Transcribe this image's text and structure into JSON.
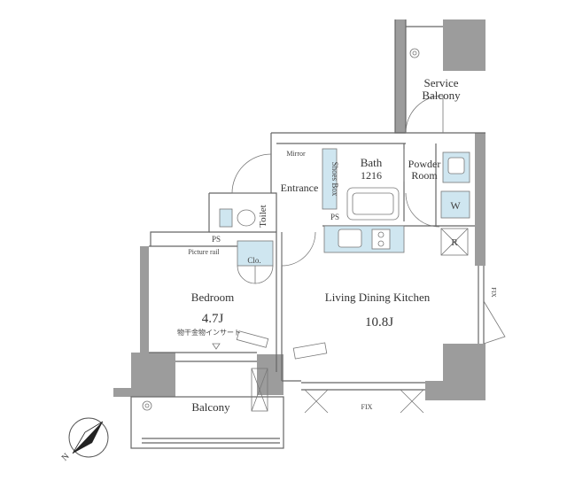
{
  "rooms": {
    "service_balcony": [
      "Service",
      "Balcony"
    ],
    "bath": [
      "Bath",
      "1216"
    ],
    "powder_room": [
      "Powder",
      "Room"
    ],
    "entrance": "Entrance",
    "shoes_box": "Shoes Box",
    "mirror": "Mirror",
    "toilet": "Toilet",
    "ps_top": "PS",
    "ps_left": "PS",
    "washer": "W",
    "refrigerator": "R",
    "picture_rail": "Picture rail",
    "closet": "Clo.",
    "bedroom": "Bedroom",
    "bedroom_size": "4.7J",
    "bedroom_note": "物干金物インサート",
    "ldk": "Living Dining Kitchen",
    "ldk_size": "10.8J",
    "balcony": "Balcony",
    "fix": "FIX",
    "side_window_note": "FIX"
  },
  "compass": {
    "label": "N"
  },
  "colors": {
    "wall": "#9c9c9c",
    "fixture": "#cfe6f0",
    "text": "#333333"
  }
}
